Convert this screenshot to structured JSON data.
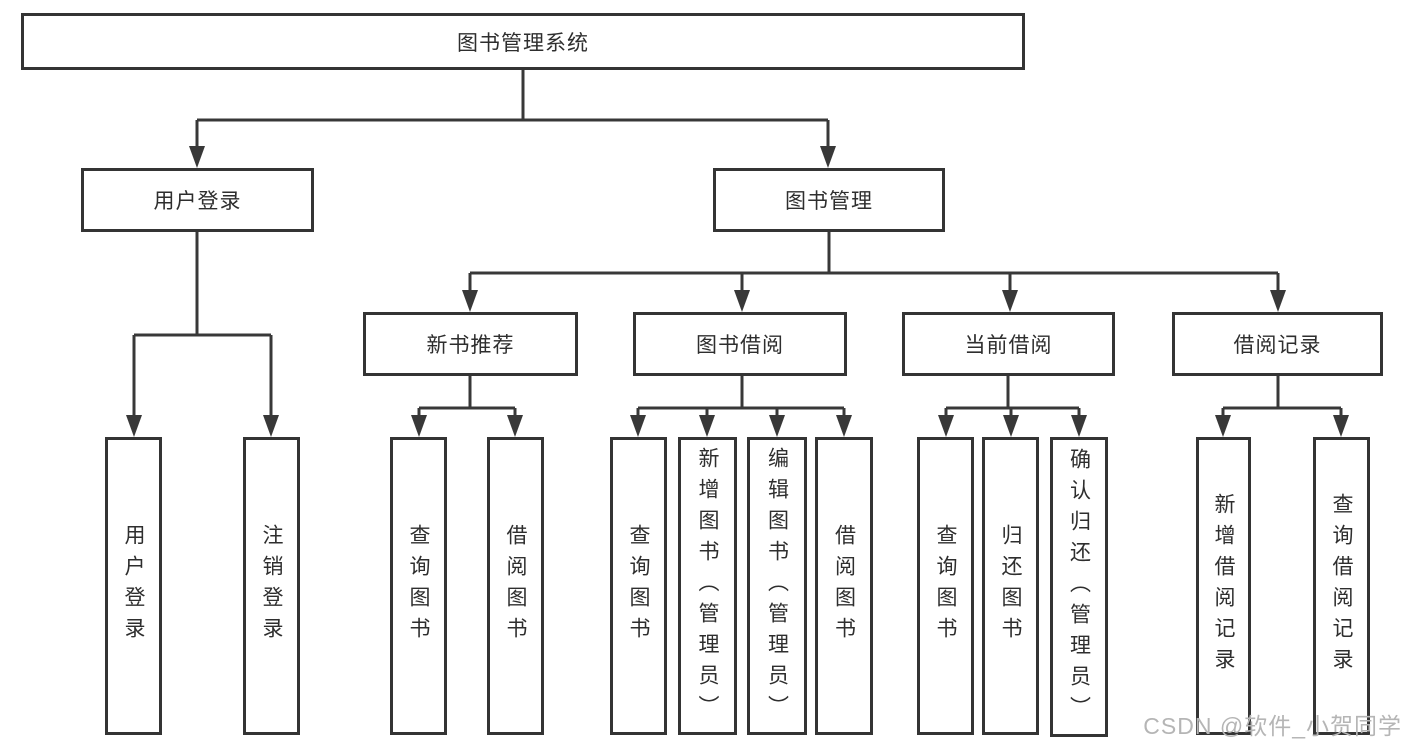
{
  "tree": {
    "label": "图书管理系统",
    "children": [
      {
        "label": "用户登录",
        "children": [
          {
            "label": "用户登录"
          },
          {
            "label": "注销登录"
          }
        ]
      },
      {
        "label": "图书管理",
        "children": [
          {
            "label": "新书推荐",
            "children": [
              {
                "label": "查询图书"
              },
              {
                "label": "借阅图书"
              }
            ]
          },
          {
            "label": "图书借阅",
            "children": [
              {
                "label": "查询图书"
              },
              {
                "label": "新增图书（管理员）"
              },
              {
                "label": "编辑图书（管理员）"
              },
              {
                "label": "借阅图书"
              }
            ]
          },
          {
            "label": "当前借阅",
            "children": [
              {
                "label": "查询图书"
              },
              {
                "label": "归还图书"
              },
              {
                "label": "确认归还（管理员）"
              }
            ]
          },
          {
            "label": "借阅记录",
            "children": [
              {
                "label": "新增借阅记录"
              },
              {
                "label": "查询借阅记录"
              }
            ]
          }
        ]
      }
    ]
  },
  "watermark": {
    "text": "CSDN @软件_小贺同学"
  },
  "colors": {
    "line": "#383838",
    "border": "#343434",
    "text": "#2e2e2e",
    "watermark": "#b5b5b5",
    "background": "#ffffff"
  }
}
